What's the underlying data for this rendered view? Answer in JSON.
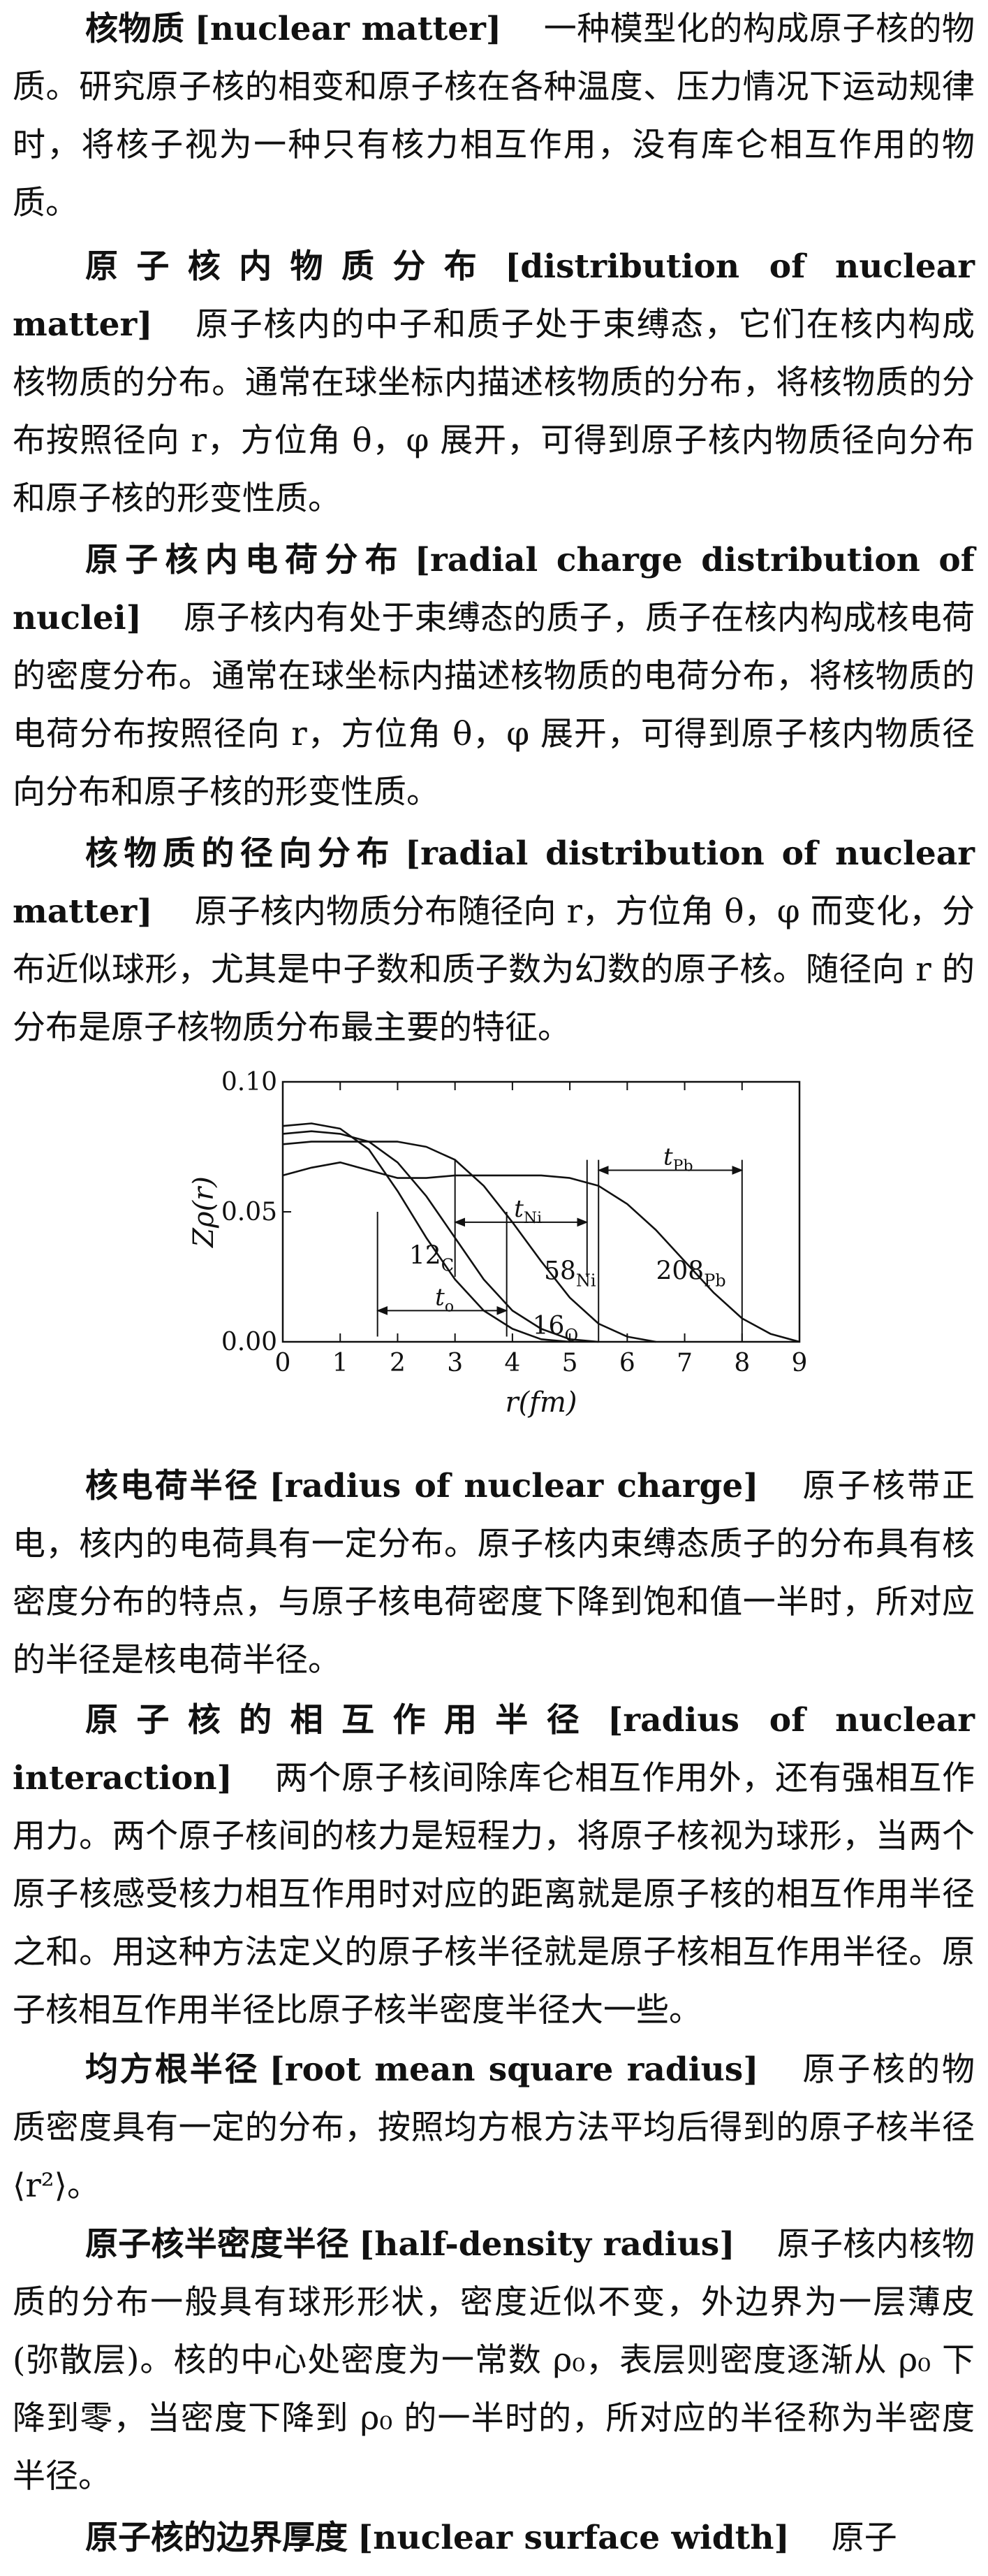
{
  "entries": [
    {
      "term": "核物质",
      "english": "[nuclear matter]",
      "body": "一种模型化的构成原子核的物质。研究原子核的相变和原子核在各种温度、压力情况下运动规律时，将核子视为一种只有核力相互作用，没有库仑相互作用的物质。"
    },
    {
      "term": "原子核内物质分布",
      "english": "[distribution of nuclear matter]",
      "body": "原子核内的中子和质子处于束缚态，它们在核内构成核物质的分布。通常在球坐标内描述核物质的分布，将核物质的分布按照径向 r，方位角 θ，φ 展开，可得到原子核内物质径向分布和原子核的形变性质。"
    },
    {
      "term": "原子核内电荷分布",
      "english": "[radial charge distribution of nuclei]",
      "body": "原子核内有处于束缚态的质子，质子在核内构成核电荷的密度分布。通常在球坐标内描述核物质的电荷分布，将核物质的电荷分布按照径向 r，方位角 θ，φ 展开，可得到原子核内物质径向分布和原子核的形变性质。"
    },
    {
      "term": "核物质的径向分布",
      "english": "[radial distribution of nuclear matter]",
      "body": "原子核内物质分布随径向 r，方位角 θ，φ 而变化，分布近似球形，尤其是中子数和质子数为幻数的原子核。随径向 r 的分布是原子核物质分布最主要的特征。"
    },
    {
      "term": "核电荷半径",
      "english": "[radius of nuclear charge]",
      "body": "原子核带正电，核内的电荷具有一定分布。原子核内束缚态质子的分布具有核密度分布的特点，与原子核电荷密度下降到饱和值一半时，所对应的半径是核电荷半径。"
    },
    {
      "term": "原子核的相互作用半径",
      "english": "[radius of nuclear interaction]",
      "body": "两个原子核间除库仑相互作用外，还有强相互作用力。两个原子核间的核力是短程力，将原子核视为球形，当两个原子核感受核力相互作用时对应的距离就是原子核的相互作用半径之和。用这种方法定义的原子核半径就是原子核相互作用半径。原子核相互作用半径比原子核半密度半径大一些。"
    },
    {
      "term": "均方根半径",
      "english": "[root mean square radius]",
      "body": "原子核的物质密度具有一定的分布，按照均方根方法平均后得到的原子核半径 ⟨r²⟩。"
    },
    {
      "term": "原子核半密度半径",
      "english": "[half-density radius]",
      "body": "原子核内核物质的分布一般具有球形形状，密度近似不变，外边界为一层薄皮 (弥散层)。核的中心处密度为一常数 ρ₀，表层则密度逐渐从 ρ₀ 下降到零，当密度下降到 ρ₀ 的一半时的，所对应的半径称为半密度半径。"
    },
    {
      "term": "原子核的边界厚度",
      "english": "[nuclear surface width]",
      "body": "原子"
    }
  ],
  "chart_data": {
    "type": "line",
    "title": "",
    "xlabel": "r(fm)",
    "ylabel": "Zρ(r)",
    "xlim": [
      0,
      9
    ],
    "ylim": [
      0,
      0.1
    ],
    "xticks": [
      "0",
      "1",
      "2",
      "3",
      "4",
      "5",
      "6",
      "7",
      "8",
      "9"
    ],
    "yticks": [
      "0.00",
      "0.05",
      "0.10"
    ],
    "series": [
      {
        "name": "12C",
        "label_main": "12",
        "label_sub": "C",
        "x": [
          0,
          0.5,
          1.0,
          1.5,
          2.0,
          2.5,
          3.0,
          3.5,
          4.0,
          4.5,
          5.0
        ],
        "y": [
          0.083,
          0.084,
          0.082,
          0.074,
          0.058,
          0.04,
          0.024,
          0.012,
          0.005,
          0.001,
          0.0
        ]
      },
      {
        "name": "16O",
        "label_main": "16",
        "label_sub": "O",
        "x": [
          0,
          0.5,
          1.0,
          1.5,
          2.0,
          2.5,
          3.0,
          3.5,
          4.0,
          4.5,
          5.0,
          5.5
        ],
        "y": [
          0.08,
          0.081,
          0.08,
          0.077,
          0.069,
          0.056,
          0.04,
          0.024,
          0.012,
          0.005,
          0.001,
          0.0
        ]
      },
      {
        "name": "58Ni",
        "label_main": "58",
        "label_sub": "Ni",
        "x": [
          0,
          0.5,
          1.0,
          1.5,
          2.0,
          2.5,
          3.0,
          3.5,
          4.0,
          4.5,
          5.0,
          5.5,
          6.0,
          6.5
        ],
        "y": [
          0.076,
          0.077,
          0.077,
          0.077,
          0.077,
          0.075,
          0.07,
          0.06,
          0.046,
          0.031,
          0.017,
          0.007,
          0.002,
          0.0
        ]
      },
      {
        "name": "208Pb",
        "label_main": "208",
        "label_sub": "Pb",
        "x": [
          0,
          0.5,
          1.0,
          1.5,
          2.0,
          2.5,
          3.0,
          3.5,
          4.0,
          4.5,
          5.0,
          5.5,
          6.0,
          6.5,
          7.0,
          7.5,
          8.0,
          8.5,
          9.0
        ],
        "y": [
          0.064,
          0.067,
          0.069,
          0.066,
          0.063,
          0.063,
          0.064,
          0.064,
          0.064,
          0.064,
          0.063,
          0.06,
          0.053,
          0.043,
          0.031,
          0.019,
          0.009,
          0.003,
          0.0
        ]
      }
    ],
    "annotations": [
      {
        "main": "t",
        "sub": "o"
      },
      {
        "main": "t",
        "sub": "Ni"
      },
      {
        "main": "t",
        "sub": "Pb"
      }
    ]
  }
}
